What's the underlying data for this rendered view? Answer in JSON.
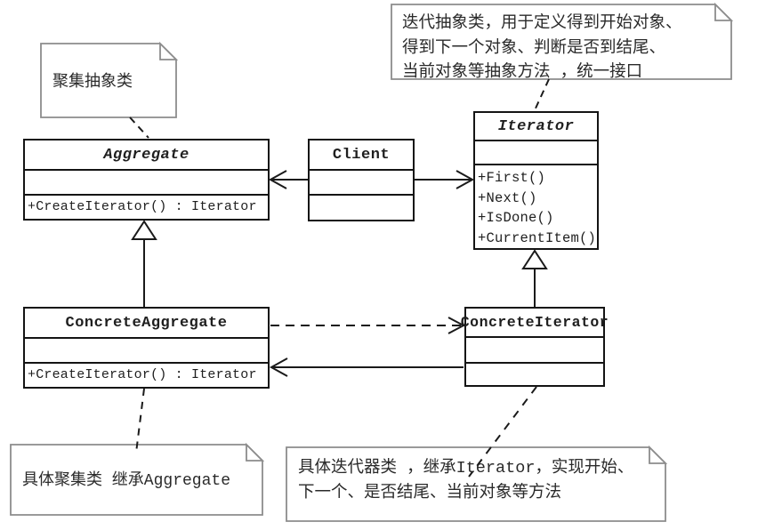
{
  "diagram": {
    "classes": {
      "aggregate": {
        "name": "Aggregate",
        "methods": [
          "+CreateIterator() : Iterator"
        ]
      },
      "client": {
        "name": "Client"
      },
      "iterator": {
        "name": "Iterator",
        "methods": [
          "+First()",
          "+Next()",
          "+IsDone()",
          "+CurrentItem()"
        ]
      },
      "concrete_aggregate": {
        "name": "ConcreteAggregate",
        "methods": [
          "+CreateIterator() : Iterator"
        ]
      },
      "concrete_iterator": {
        "name": "ConcreteIterator"
      }
    },
    "notes": {
      "aggregate_note": {
        "lines": [
          "聚集抽象类"
        ]
      },
      "iterator_note": {
        "lines": [
          "迭代抽象类，用于定义得到开始对象、",
          "得到下一个对象、判断是否到结尾、",
          "当前对象等抽象方法 ，统一接口"
        ]
      },
      "concrete_aggregate_note": {
        "lines": [
          "具体聚集类 继承Aggregate"
        ]
      },
      "concrete_iterator_note": {
        "lines": [
          "具体迭代器类 ，继承Iterator，实现开始、",
          "下一个、是否结尾、当前对象等方法"
        ]
      }
    },
    "colors": {
      "line": "#1a1a1a",
      "note_border": "#8c8c8c",
      "background": "#ffffff",
      "text": "#1f1f1f"
    }
  }
}
